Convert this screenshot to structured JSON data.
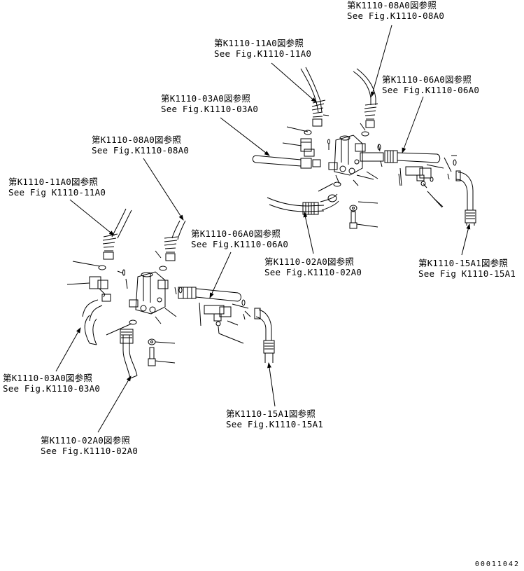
{
  "callouts": [
    {
      "id": "r1",
      "jp": "第K1110-08A0図参照",
      "en": "See Fig.K1110-08A0"
    },
    {
      "id": "r2",
      "jp": "第K1110-11A0図参照",
      "en": "See Fig.K1110-11A0"
    },
    {
      "id": "r3",
      "jp": "第K1110-06A0図参照",
      "en": "See Fig.K1110-06A0"
    },
    {
      "id": "r4",
      "jp": "第K1110-03A0図参照",
      "en": "See Fig.K1110-03A0"
    },
    {
      "id": "r5",
      "jp": "第K1110-02A0図参照",
      "en": "See Fig.K1110-02A0"
    },
    {
      "id": "r6",
      "jp": "第K1110-15A1図参照",
      "en": "See Fig K1110-15A1"
    },
    {
      "id": "l1",
      "jp": "第K1110-08A0図参照",
      "en": "See Fig.K1110-08A0"
    },
    {
      "id": "l2",
      "jp": "第K1110-11A0図参照",
      "en": "See Fig K1110-11A0"
    },
    {
      "id": "l3",
      "jp": "第K1110-06A0図参照",
      "en": "See Fig.K1110-06A0"
    },
    {
      "id": "l4",
      "jp": "第K1110-03A0図参照",
      "en": "See Fig.K1110-03A0"
    },
    {
      "id": "l5",
      "jp": "第K1110-15A1図参照",
      "en": "See Fig.K1110-15A1"
    },
    {
      "id": "l6",
      "jp": "第K1110-02A0図参照",
      "en": "See Fig.K1110-02A0"
    }
  ],
  "document_number": "00011042"
}
